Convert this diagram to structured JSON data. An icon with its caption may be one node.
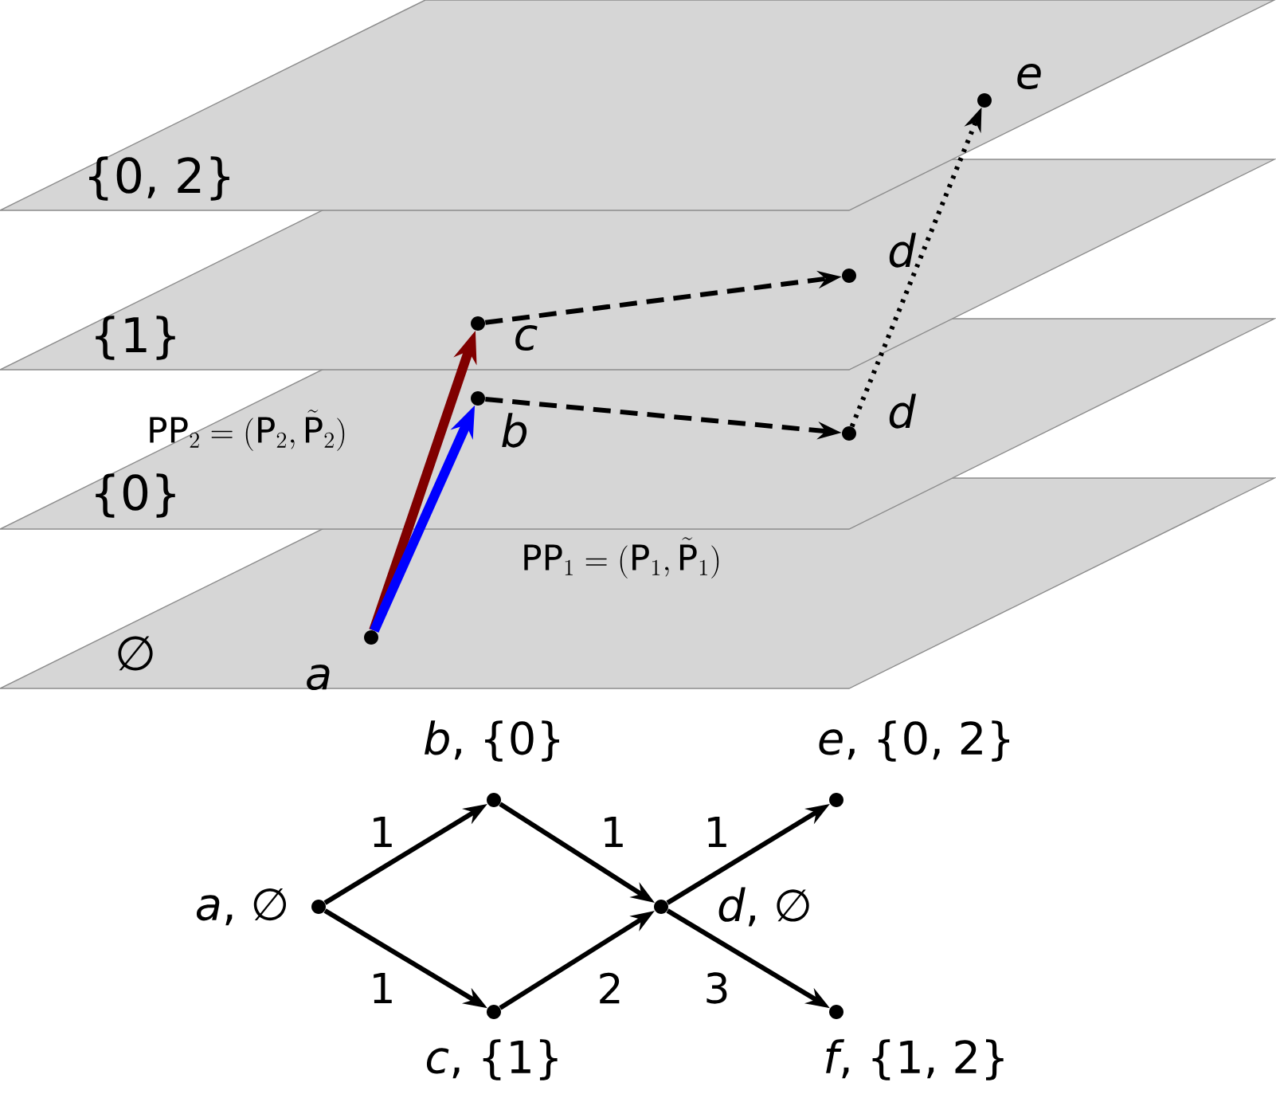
{
  "diagram": {
    "nodes": [
      {
        "text": [
          "∅"
        ]
      },
      {
        "text": [
          "{0}"
        ]
      },
      {
        "text": [
          "{1}"
        ]
      },
      {
        "text": [
          "{0, 2}"
        ]
      },
      {
        "text": [
          "a"
        ],
        "in": 0
      },
      {
        "text": [
          "b"
        ],
        "in": 1
      },
      {
        "text": [
          "c"
        ],
        "in": 2
      },
      {
        "text": [
          "d"
        ],
        "in": 1
      },
      {
        "text": [
          "d"
        ],
        "in": 2
      },
      {
        "text": [
          "e"
        ],
        "in": 3
      },
      {
        "text": [
          "*a*, ∅"
        ]
      },
      {
        "text": [
          "*b*, {0}"
        ]
      },
      {
        "text": [
          "*c*, {1}"
        ]
      },
      {
        "text": [
          "*d*, ∅"
        ]
      },
      {
        "text": [
          "*e*, {0, 2}"
        ]
      },
      {
        "text": [
          "*f*, {1, 2}"
        ]
      }
    ],
    "edges": [
      {
        "from": 4,
        "to": 6,
        "arrow": "to",
        "style": "thick",
        "color": "#800000"
      },
      {
        "from": 4,
        "to": 5,
        "arrow": "to",
        "style": "thick",
        "color": "#0000ff"
      },
      {
        "from": 6,
        "to": 8,
        "arrow": "to",
        "style": "dashed"
      },
      {
        "from": 5,
        "to": 7,
        "arrow": "to",
        "style": "dashed"
      },
      {
        "from": 7,
        "to": 9,
        "arrow": "to",
        "style": "dashed"
      },
      {
        "from": 10,
        "to": 11,
        "arrow": "to",
        "label": "1"
      },
      {
        "from": 10,
        "to": 12,
        "arrow": "to",
        "label": "1"
      },
      {
        "from": 11,
        "to": 13,
        "arrow": "to",
        "label": "1"
      },
      {
        "from": 12,
        "to": 13,
        "arrow": "to",
        "label": "2"
      },
      {
        "from": 13,
        "to": 14,
        "arrow": "to",
        "label": "1"
      },
      {
        "from": 13,
        "to": 15,
        "arrow": "to",
        "label": "3"
      }
    ],
    "labels": [
      "\\mathrm{PP}_2 = (\\mathrm{P}_2, \\tilde{\\mathrm{P}}_2)",
      "\\mathrm{PP}_1 = (\\mathrm{P}_1, \\tilde{\\mathrm{P}}_1)"
    ]
  }
}
